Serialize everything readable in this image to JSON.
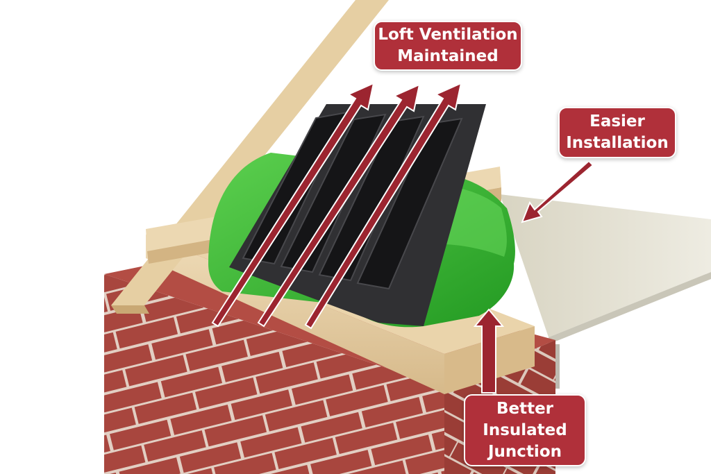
{
  "colors": {
    "callout_bg": "#b0303a",
    "callout_text": "#ffffff",
    "arrow": "#9c2530",
    "brick": "#a8463e",
    "mortar": "#e2cfc3",
    "timber": "#e3cba2",
    "insulation": "#3fb33a",
    "vent": "#2c2c2e",
    "board": "#e4e1d3"
  },
  "callouts": {
    "loft": {
      "line1": "Loft Ventilation",
      "line2": "Maintained"
    },
    "easier": {
      "line1": "Easier",
      "line2": "Installation"
    },
    "better": {
      "line1": "Better",
      "line2": "Insulated",
      "line3": "Junction"
    }
  }
}
